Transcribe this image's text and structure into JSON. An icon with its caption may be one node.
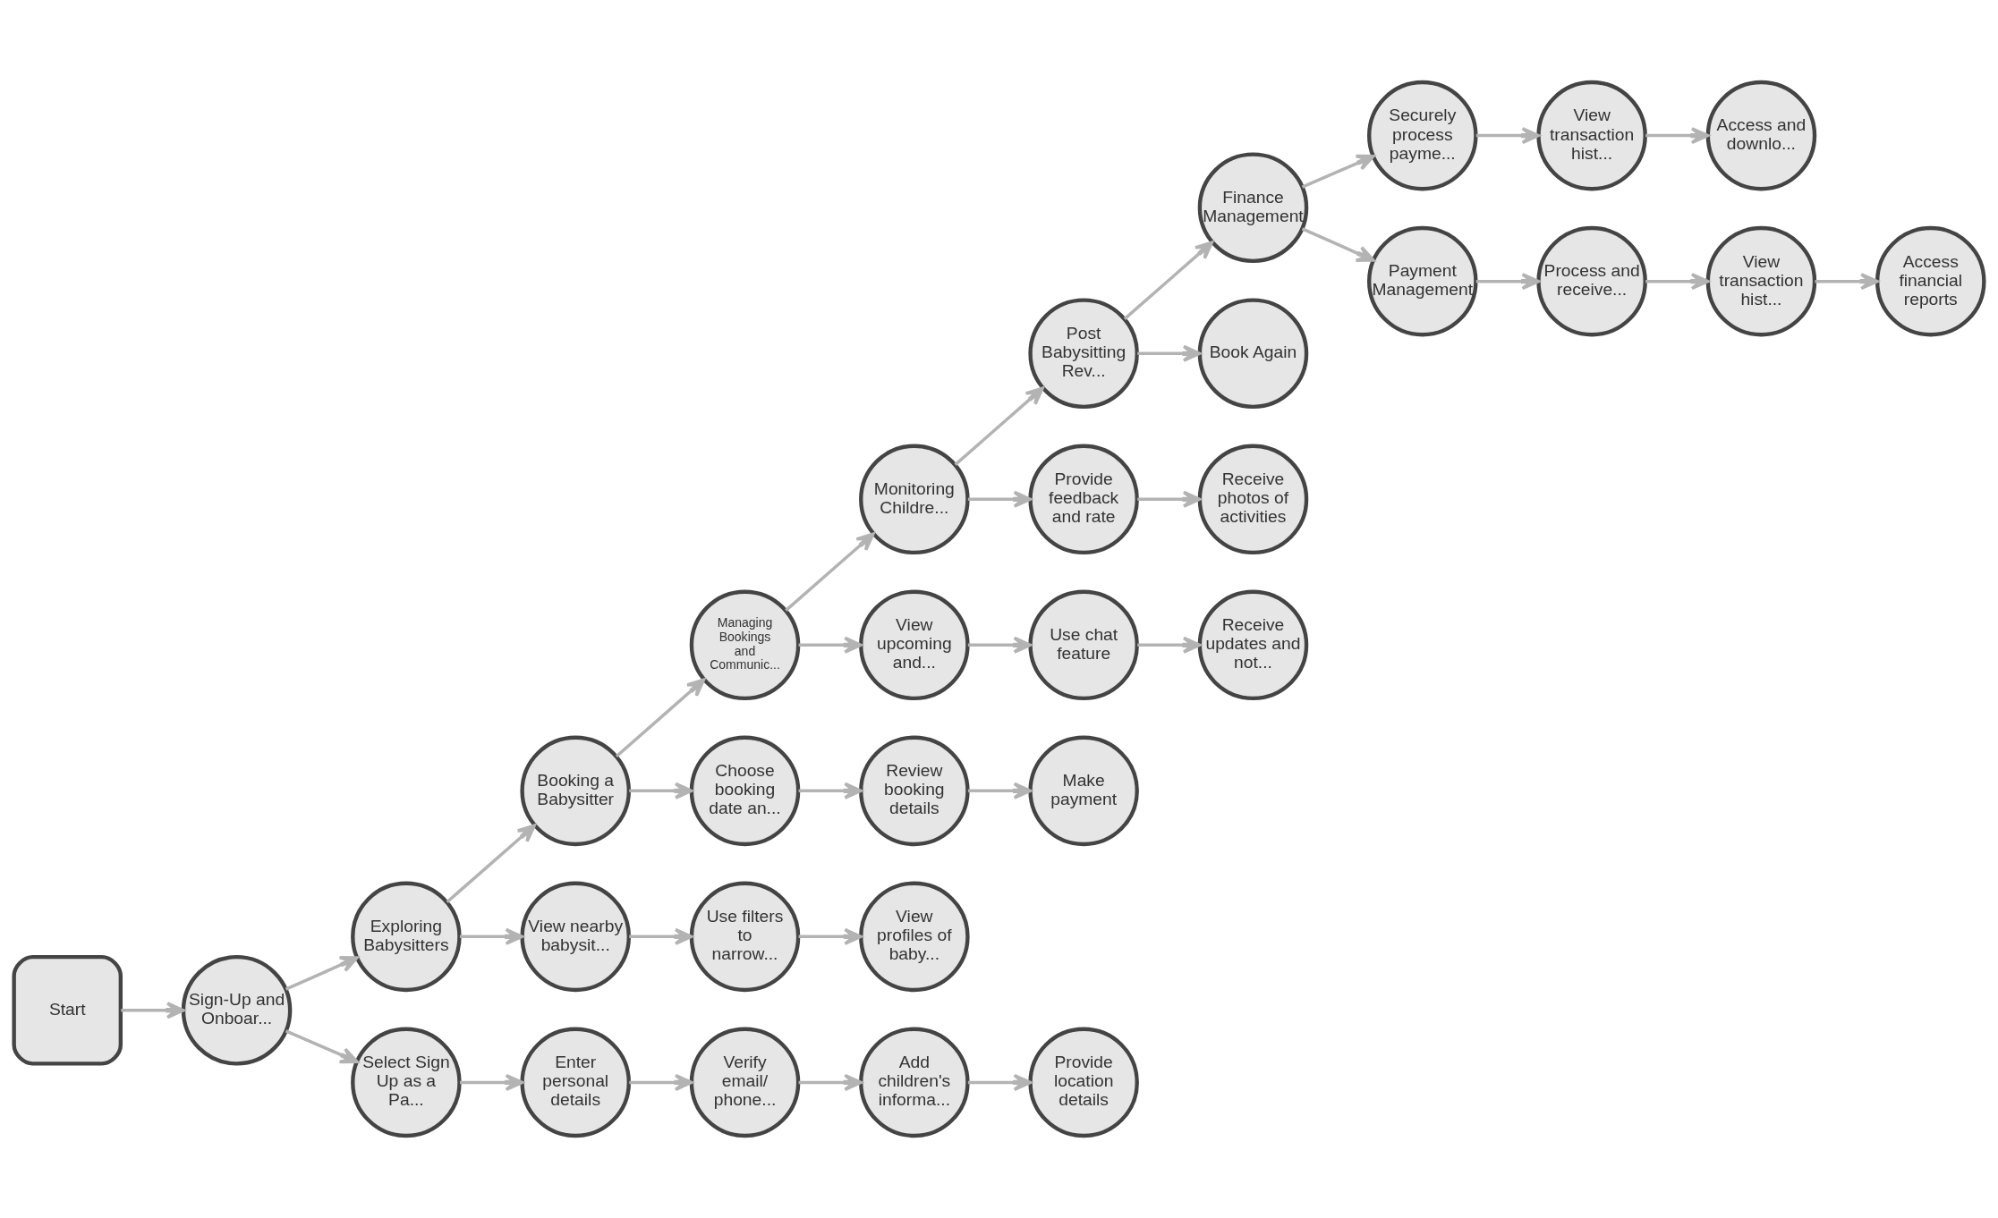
{
  "diagram": {
    "nodes": [
      {
        "text": [
          "Start"
        ]
      },
      {
        "text": [
          "Sign-Up and Onboar..."
        ]
      },
      {
        "text": [
          "Exploring Babysitters"
        ]
      },
      {
        "text": [
          "Booking a Babysitter"
        ]
      },
      {
        "text": [
          "Managing Bookings and Communic..."
        ]
      },
      {
        "text": [
          "Monitoring Childre..."
        ]
      },
      {
        "text": [
          "Post Babysitting Rev..."
        ]
      },
      {
        "text": [
          "Finance Management"
        ]
      },
      {
        "text": [
          "Securely process payme..."
        ]
      },
      {
        "text": [
          "View transaction hist..."
        ]
      },
      {
        "text": [
          "Access and downlo..."
        ]
      },
      {
        "text": [
          "Payment Management"
        ]
      },
      {
        "text": [
          "Process and receive..."
        ]
      },
      {
        "text": [
          "View transaction hist..."
        ]
      },
      {
        "text": [
          "Access financial reports"
        ]
      },
      {
        "text": [
          "Book Again"
        ]
      },
      {
        "text": [
          "Provide feedback and rate"
        ]
      },
      {
        "text": [
          "Receive photos of activities"
        ]
      },
      {
        "text": [
          "View upcoming and..."
        ]
      },
      {
        "text": [
          "Use chat feature"
        ]
      },
      {
        "text": [
          "Receive updates and not..."
        ]
      },
      {
        "text": [
          "Choose booking date an..."
        ]
      },
      {
        "text": [
          "Review booking details"
        ]
      },
      {
        "text": [
          "Make payment"
        ]
      },
      {
        "text": [
          "View nearby babysit..."
        ]
      },
      {
        "text": [
          "Use filters to narrow..."
        ]
      },
      {
        "text": [
          "View profiles of baby..."
        ]
      },
      {
        "text": [
          "Select Sign Up as a Pa..."
        ]
      },
      {
        "text": [
          "Enter personal details"
        ]
      },
      {
        "text": [
          "Verify email/ phone..."
        ]
      },
      {
        "text": [
          "Add children's informa..."
        ]
      },
      {
        "text": [
          "Provide location details"
        ]
      }
    ],
    "edges": [
      {
        "from": 0,
        "to": 1,
        "arrow": "to"
      },
      {
        "from": 1,
        "to": 2,
        "arrow": "to"
      },
      {
        "from": 1,
        "to": 27,
        "arrow": "to"
      },
      {
        "from": 2,
        "to": 3,
        "arrow": "to"
      },
      {
        "from": 2,
        "to": 24,
        "arrow": "to"
      },
      {
        "from": 3,
        "to": 4,
        "arrow": "to"
      },
      {
        "from": 3,
        "to": 21,
        "arrow": "to"
      },
      {
        "from": 4,
        "to": 5,
        "arrow": "to"
      },
      {
        "from": 4,
        "to": 18,
        "arrow": "to"
      },
      {
        "from": 5,
        "to": 6,
        "arrow": "to"
      },
      {
        "from": 5,
        "to": 16,
        "arrow": "to"
      },
      {
        "from": 6,
        "to": 7,
        "arrow": "to"
      },
      {
        "from": 6,
        "to": 15,
        "arrow": "to"
      },
      {
        "from": 7,
        "to": 8,
        "arrow": "to"
      },
      {
        "from": 7,
        "to": 11,
        "arrow": "to"
      },
      {
        "from": 8,
        "to": 9,
        "arrow": "to"
      },
      {
        "from": 9,
        "to": 10,
        "arrow": "to"
      },
      {
        "from": 11,
        "to": 12,
        "arrow": "to"
      },
      {
        "from": 12,
        "to": 13,
        "arrow": "to"
      },
      {
        "from": 13,
        "to": 14,
        "arrow": "to"
      },
      {
        "from": 16,
        "to": 17,
        "arrow": "to"
      },
      {
        "from": 18,
        "to": 19,
        "arrow": "to"
      },
      {
        "from": 19,
        "to": 20,
        "arrow": "to"
      },
      {
        "from": 21,
        "to": 22,
        "arrow": "to"
      },
      {
        "from": 22,
        "to": 23,
        "arrow": "to"
      },
      {
        "from": 24,
        "to": 25,
        "arrow": "to"
      },
      {
        "from": 25,
        "to": 26,
        "arrow": "to"
      },
      {
        "from": 27,
        "to": 28,
        "arrow": "to"
      },
      {
        "from": 28,
        "to": 29,
        "arrow": "to"
      },
      {
        "from": 29,
        "to": 30,
        "arrow": "to"
      },
      {
        "from": 30,
        "to": 31,
        "arrow": "to"
      }
    ]
  }
}
